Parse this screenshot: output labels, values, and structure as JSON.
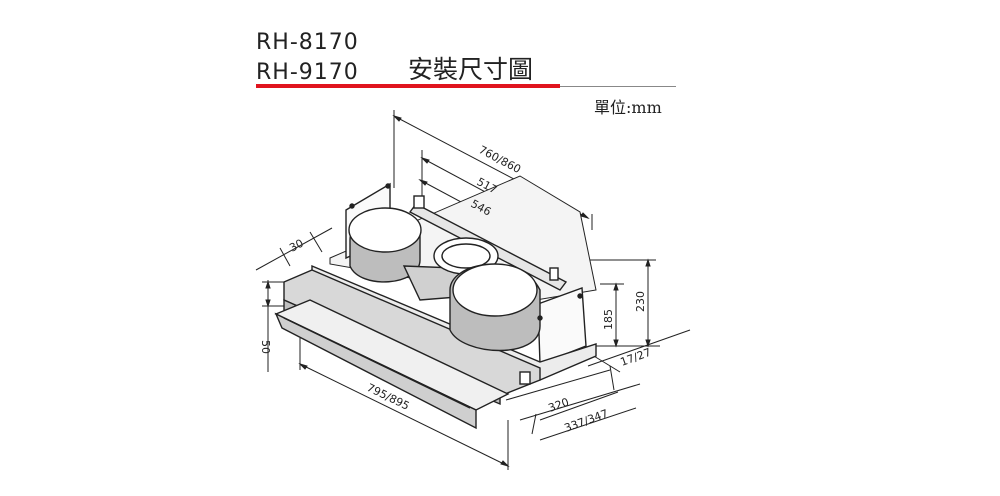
{
  "header": {
    "models": [
      "RH-8170",
      "RH-9170"
    ],
    "title": "安裝尺寸圖",
    "unit": "單位:mm"
  },
  "dimensions": {
    "top_width": "760/860",
    "inner_width_a": "517",
    "inner_width_b": "546",
    "side_depth_small": "30",
    "front_height": "50",
    "front_width": "795/895",
    "height_inner": "185",
    "height_total": "230",
    "offset": "17/27",
    "depth_inner": "320",
    "depth_total": "337/347"
  }
}
